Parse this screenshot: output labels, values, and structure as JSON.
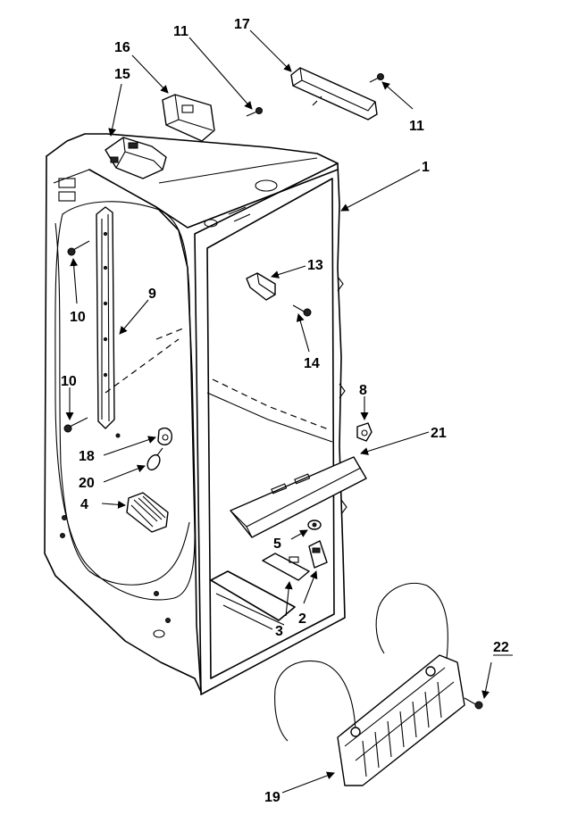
{
  "callouts": [
    {
      "id": "c1",
      "label": "1"
    },
    {
      "id": "c2",
      "label": "2"
    },
    {
      "id": "c3",
      "label": "3"
    },
    {
      "id": "c4",
      "label": "4"
    },
    {
      "id": "c5",
      "label": "5"
    },
    {
      "id": "c8",
      "label": "8"
    },
    {
      "id": "c9",
      "label": "9"
    },
    {
      "id": "c10a",
      "label": "10"
    },
    {
      "id": "c10b",
      "label": "10"
    },
    {
      "id": "c11a",
      "label": "11"
    },
    {
      "id": "c11b",
      "label": "11"
    },
    {
      "id": "c13",
      "label": "13"
    },
    {
      "id": "c14",
      "label": "14"
    },
    {
      "id": "c15",
      "label": "15"
    },
    {
      "id": "c16",
      "label": "16"
    },
    {
      "id": "c17",
      "label": "17"
    },
    {
      "id": "c18",
      "label": "18"
    },
    {
      "id": "c19",
      "label": "19"
    },
    {
      "id": "c20",
      "label": "20"
    },
    {
      "id": "c21",
      "label": "21"
    },
    {
      "id": "c22",
      "label": "22"
    }
  ]
}
